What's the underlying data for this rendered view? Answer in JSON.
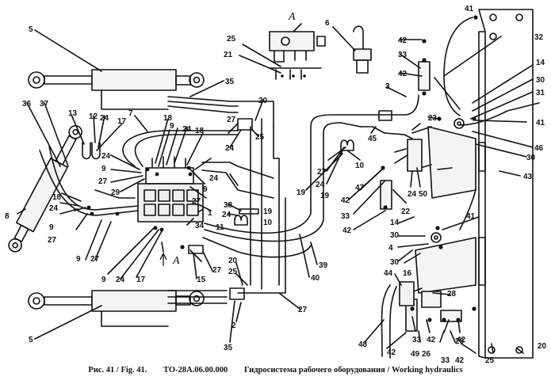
{
  "view_label_a": "A",
  "caption": {
    "figure": "Рис. 41 / Fig. 41.",
    "doc_code": "ТО-28А.06.00.000",
    "title": "Гидросистема рабочего оборудования / Working hydraulics"
  },
  "callouts": {
    "c2": "2",
    "c3": "3",
    "c4": "4",
    "c5": "5",
    "c6": "6",
    "c7": "7",
    "c8": "8",
    "c9": "9",
    "c10": "10",
    "c11": "11",
    "c12": "12",
    "c13": "13",
    "c14": "14",
    "c15": "15",
    "c16": "16",
    "c17": "17",
    "c18": "18",
    "c19": "19",
    "c20": "20",
    "c21": "21",
    "c22": "22",
    "c23": "23",
    "c24": "24",
    "c25": "25",
    "c26": "26",
    "c27": "27",
    "c28": "28",
    "c29": "29",
    "c30": "30",
    "c31": "31",
    "c32": "32",
    "c33": "33",
    "c34": "34",
    "c35": "35",
    "c36": "36",
    "c37": "37",
    "c38": "38",
    "c39": "39",
    "c40": "40",
    "c41": "41",
    "c42": "42",
    "c43": "43",
    "c44": "44",
    "c45": "45",
    "c46": "46",
    "c47": "47",
    "c48": "48",
    "c49": "49",
    "c50": "50",
    "c1": "1"
  }
}
